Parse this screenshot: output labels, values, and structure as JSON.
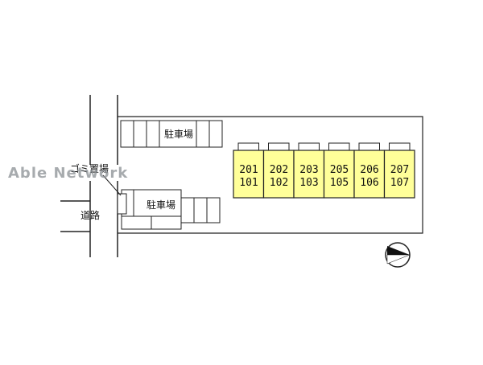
{
  "labels": {
    "parking_top": "駐車場",
    "parking_bottom": "駐車場",
    "garbage": "ゴミ置場",
    "road": "道路"
  },
  "watermark": "Able Network",
  "units": [
    {
      "upper": "201",
      "lower": "101"
    },
    {
      "upper": "202",
      "lower": "102"
    },
    {
      "upper": "203",
      "lower": "103"
    },
    {
      "upper": "205",
      "lower": "105"
    },
    {
      "upper": "206",
      "lower": "106"
    },
    {
      "upper": "207",
      "lower": "107"
    }
  ],
  "colors": {
    "unit_fill": "#ffff99",
    "line": "#222222"
  },
  "icons": {
    "compass": "north-arrow-icon"
  }
}
